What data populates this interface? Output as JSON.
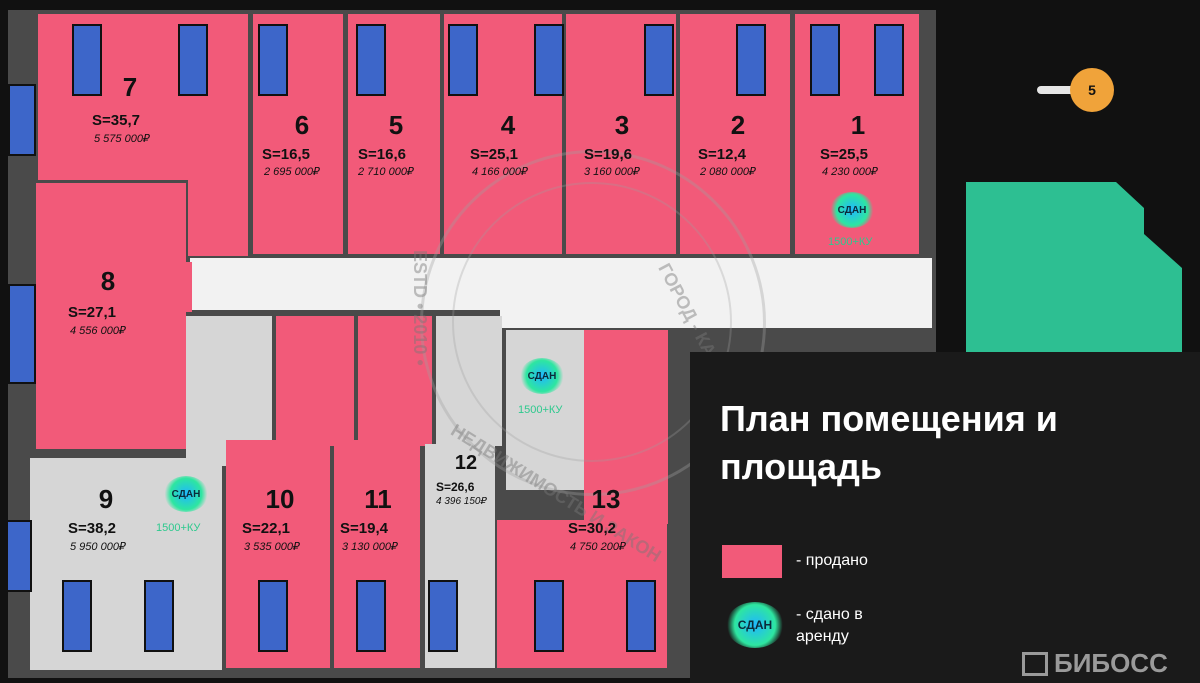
{
  "rooms": [
    {
      "num": "7",
      "area": "S=35,7",
      "price": "5 575 000₽"
    },
    {
      "num": "6",
      "area": "S=16,5",
      "price": "2 695 000₽"
    },
    {
      "num": "5",
      "area": "S=16,6",
      "price": "2 710 000₽"
    },
    {
      "num": "4",
      "area": "S=25,1",
      "price": "4 166 000₽"
    },
    {
      "num": "3",
      "area": "S=19,6",
      "price": "3 160 000₽"
    },
    {
      "num": "2",
      "area": "S=12,4",
      "price": "2 080 000₽"
    },
    {
      "num": "1",
      "area": "S=25,5",
      "price": "4 230 000₽"
    },
    {
      "num": "8",
      "area": "S=27,1",
      "price": "4 556 000₽"
    },
    {
      "num": "9",
      "area": "S=38,2",
      "price": "5 950 000₽"
    },
    {
      "num": "10",
      "area": "S=22,1",
      "price": "3 535 000₽"
    },
    {
      "num": "11",
      "area": "S=19,4",
      "price": "3 130 000₽"
    },
    {
      "num": "12",
      "area": "S=26,6",
      "price": "4 396 150₽"
    },
    {
      "num": "13",
      "area": "S=30,2",
      "price": "4 750 200₽"
    }
  ],
  "rented_badges": [
    {
      "label": "СДАН",
      "rent": "1500+КУ"
    },
    {
      "label": "СДАН",
      "rent": "1500+КУ"
    },
    {
      "label": "СДАН",
      "rent": "1500+КУ"
    }
  ],
  "slider": {
    "value": "5"
  },
  "title": "План помещения и площадь",
  "legend": {
    "sold_label": "- продано",
    "rented_badge": "СДАН",
    "rented_label": "- сдано в аренду"
  },
  "watermark": {
    "top_text": "ГОРОД - КАЗАНЬ",
    "left_text": "ESTD • 2010 •",
    "bottom_text": "НЕДВИЖИМОСТЬ И ЗАКОН"
  },
  "logo": "БИБОСС",
  "colors": {
    "sold": "#f25a79",
    "vacant": "#d6d6d6",
    "window": "#3d66c9",
    "rented_accent": "#2ee6a0",
    "teal_shape": "#2dbf92"
  }
}
